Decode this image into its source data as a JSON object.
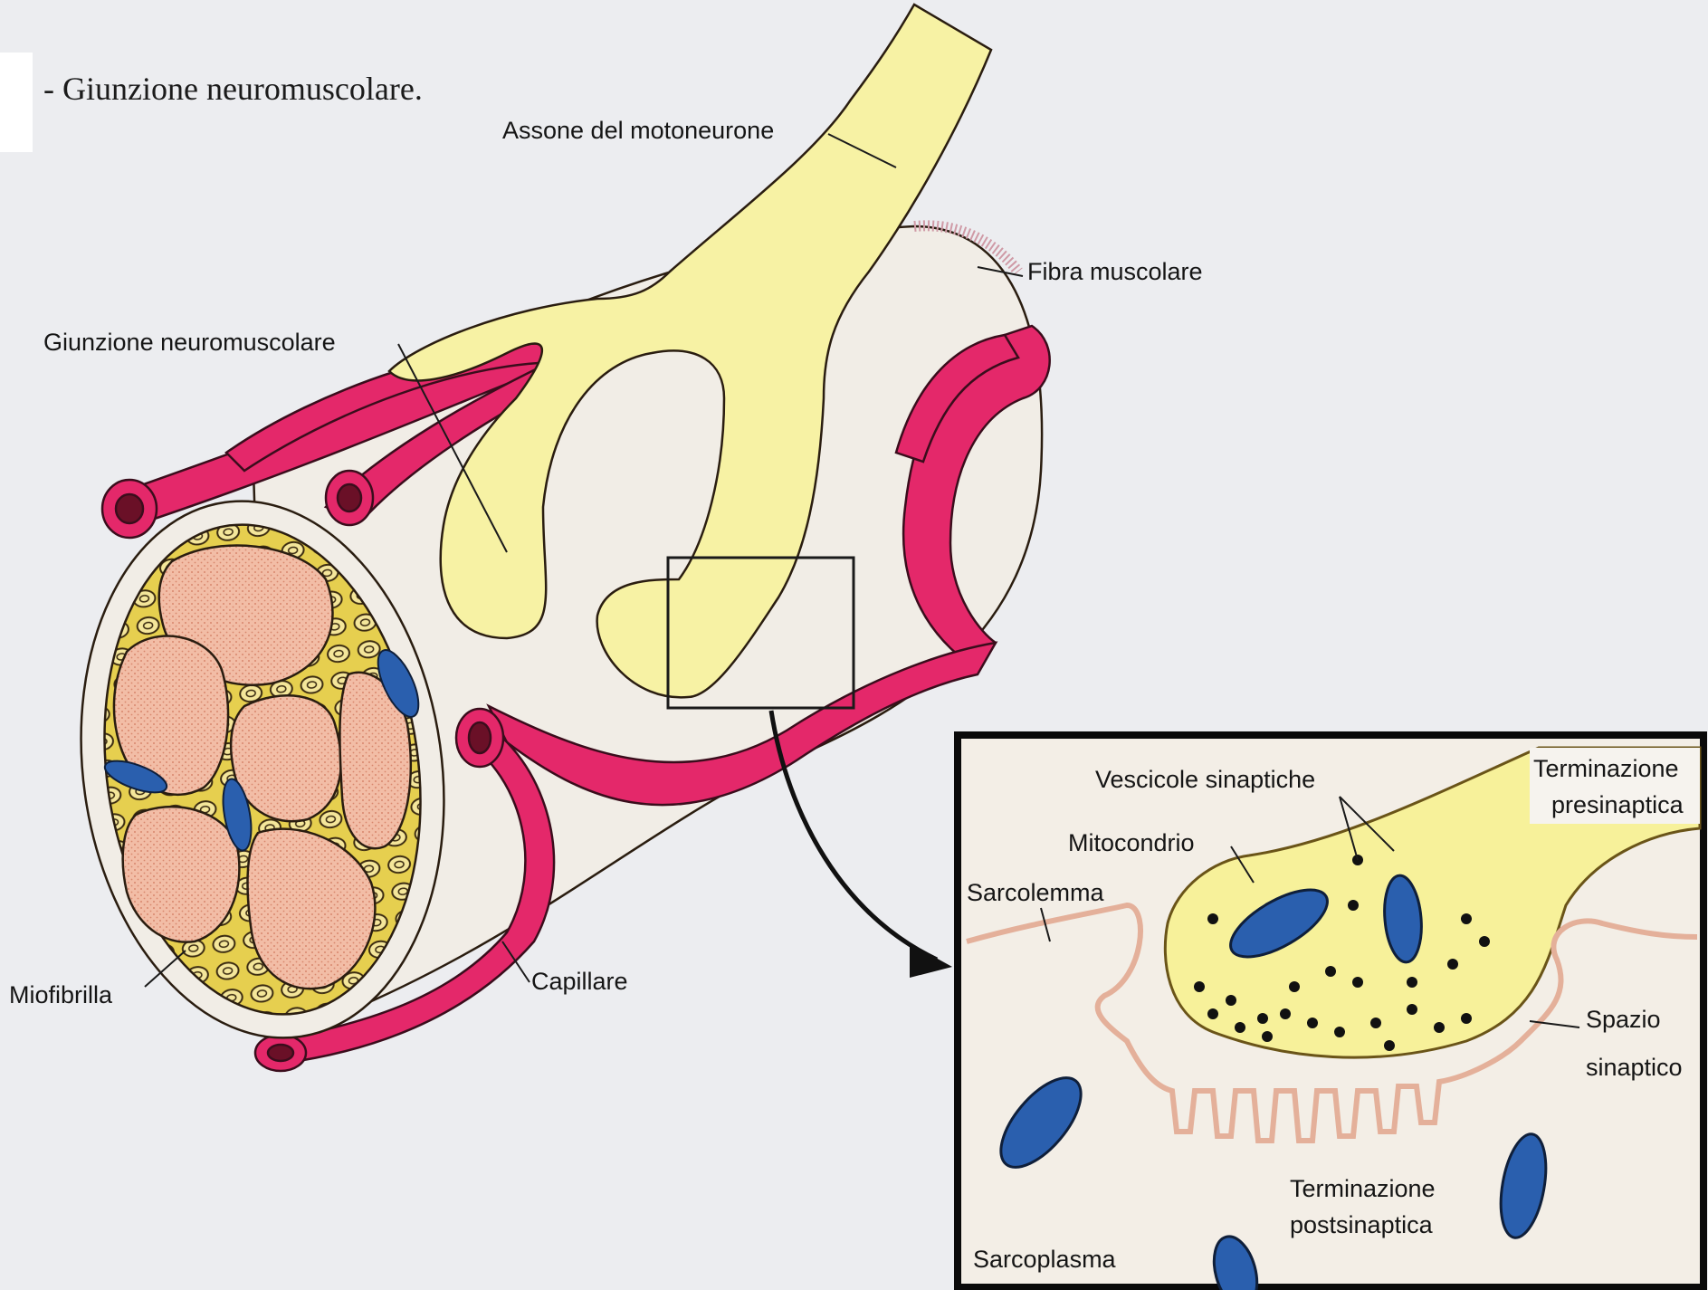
{
  "caption": "- Giunzione neuromuscolare.",
  "labels": {
    "axon": "Assone del motoneurone",
    "muscle_fiber": "Fibra muscolare",
    "junction": "Giunzione neuromuscolare",
    "myofibril": "Miofibrilla",
    "capillary": "Capillare"
  },
  "inset": {
    "vesicles": "Vescicole sinaptiche",
    "presynaptic_line1": "Terminazione",
    "presynaptic_line2": "presinaptica",
    "mitochondrion": "Mitocondrio",
    "sarcolemma": "Sarcolemma",
    "cleft_line1": "Spazio",
    "cleft_line2": "sinaptico",
    "postsynaptic_line1": "Terminazione",
    "postsynaptic_line2": "postsinaptica",
    "sarcoplasm": "Sarcoplasma"
  },
  "colors": {
    "axon": "#f7f2a4",
    "capillary": "#e4286a",
    "fiber": "#f3efe7",
    "myofibril": "#f0b8a0",
    "sarcoplasmic": "#e9d25a",
    "mitochondrion": "#2a5fae",
    "membrane": "#e8b49c"
  }
}
